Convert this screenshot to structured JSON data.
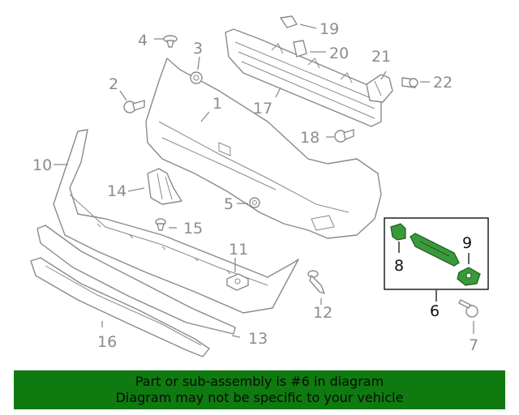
{
  "diagram": {
    "callouts": {
      "c1": "1",
      "c2": "2",
      "c3": "3",
      "c4": "4",
      "c5": "5",
      "c6": "6",
      "c7": "7",
      "c8": "8",
      "c9": "9",
      "c10": "10",
      "c11": "11",
      "c12": "12",
      "c13": "13",
      "c14": "14",
      "c15": "15",
      "c16": "16",
      "c17": "17",
      "c18": "18",
      "c19": "19",
      "c20": "20",
      "c21": "21",
      "c22": "22"
    },
    "highlight_color": "#3a9a3a"
  },
  "banner": {
    "line1": "Part or sub-assembly is #6 in diagram",
    "line2": "Diagram may not be specific to your vehicle",
    "background": "#0f7a0f",
    "text_color": "#0a0a0a"
  }
}
